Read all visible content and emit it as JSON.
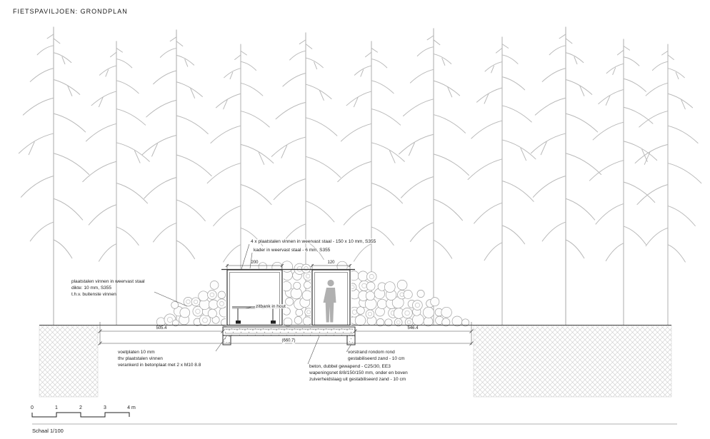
{
  "title": "FIETSPAVILJOEN: GRONDPLAN",
  "annotations": {
    "fins": "4 x plaatstalen vinnen in weervast staal - 150 x 10 mm, S355",
    "kader": "kader in weervast staal - 6 mm, S355",
    "left_fins": [
      "plaatstalen vinnen in weervast staal",
      "dikte: 10 mm, S355",
      "t.h.v. buitenste vinnen"
    ],
    "bench": "zitbank in hout",
    "footplates": [
      "voetplaten 10 mm",
      "thv plaatstalen vinnen",
      "verankerd in betonplaat met 2 x M10 8.8"
    ],
    "frost_edge": [
      "vorstrand rondom rond",
      "gestabiliseerd zand - 10 cm"
    ],
    "concrete": [
      "beton, dubbel gewapend - C25/30, EE3",
      "wapeningsnet 8/8/150/150 mm, onder en boven",
      "zuiverheidslaag uit gestabiliseerd zand - 10 cm"
    ]
  },
  "dimensions": {
    "left_span": "505.4",
    "right_span": "546.4",
    "total_span": "(660.7)",
    "opening_left": "200",
    "opening_right": "120"
  },
  "scalebar": {
    "ticks": [
      "0",
      "1",
      "2",
      "3",
      "4 m"
    ],
    "label": "Schaal 1/100"
  },
  "colors": {
    "linework": "#333333",
    "trees": "#b8b8b8",
    "logs_stroke": "#a0a0a0",
    "hatch": "#c8c8c8"
  }
}
